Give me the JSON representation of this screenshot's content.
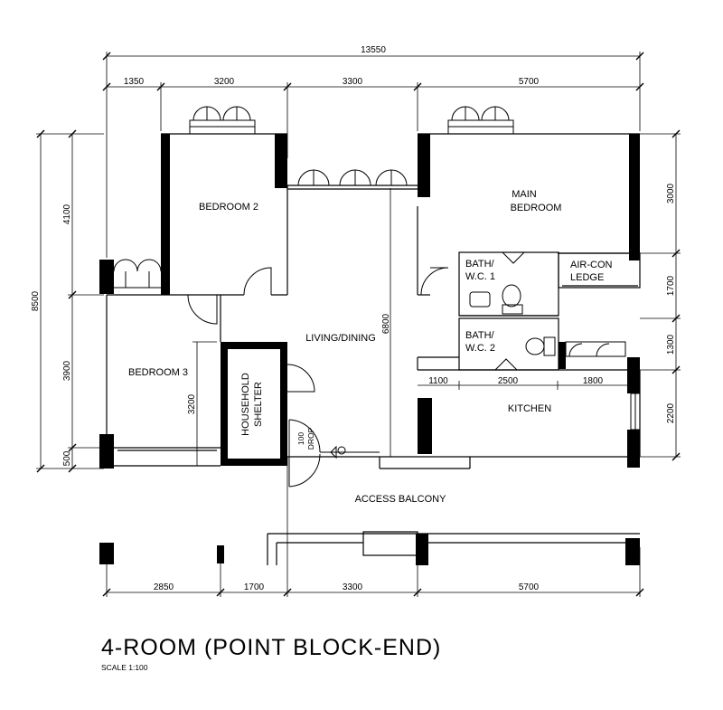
{
  "drawing": {
    "title": "4-ROOM (POINT BLOCK-END)",
    "scale": "SCALE 1:100"
  },
  "rooms": {
    "bedroom2": "BEDROOM 2",
    "main_bedroom_l1": "MAIN",
    "main_bedroom_l2": "BEDROOM",
    "bath1_l1": "BATH/",
    "bath1_l2": "W.C. 1",
    "aircon_l1": "AIR-CON",
    "aircon_l2": "LEDGE",
    "living_dining": "LIVING/DINING",
    "bath2_l1": "BATH/",
    "bath2_l2": "W.C. 2",
    "bedroom3": "BEDROOM 3",
    "household_shelter_l1": "HOUSEHOLD",
    "household_shelter_l2": "SHELTER",
    "kitchen": "KITCHEN",
    "access_balcony": "ACCESS BALCONY",
    "drop_l1": "100",
    "drop_l2": "DROP"
  },
  "dimensions": {
    "overall_width": "13550",
    "top": [
      "1350",
      "3200",
      "3300",
      "5700"
    ],
    "bottom": [
      "2850",
      "1700",
      "3300",
      "5700"
    ],
    "overall_height": "8500",
    "left": [
      "4100",
      "3900",
      "500"
    ],
    "right": [
      "3000",
      "1700",
      "1300",
      "2200"
    ],
    "living_depth": "6800",
    "shelter_depth": "3200",
    "kitchen_row": [
      "1100",
      "2500",
      "1800"
    ]
  }
}
